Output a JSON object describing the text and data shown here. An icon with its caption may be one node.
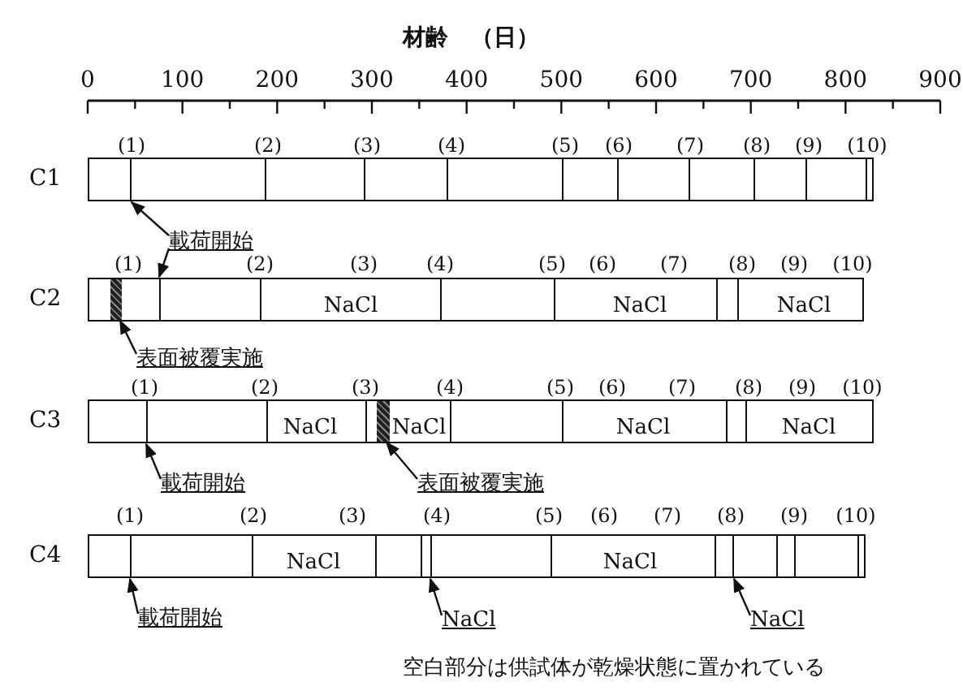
{
  "diagram": {
    "caption": "空白部分は供試体が乾燥状態に置かれている",
    "nodes": [
      {
        "text": [],
        "shape": "bar",
        "beside": [
          "C1"
        ]
      },
      {
        "text": [
          "載荷開始"
        ]
      },
      {
        "text": [
          "NaCl",
          "NaCl",
          "NaCl"
        ],
        "beside": [
          "C2"
        ]
      },
      {
        "text": [],
        "shape": "bar",
        "in": 2
      },
      {
        "text": [
          "表面被覆実施"
        ]
      },
      {
        "text": [
          "NaCl",
          "NaCl",
          "NaCl",
          "NaCl"
        ],
        "beside": [
          "C3"
        ]
      },
      {
        "text": [],
        "shape": "bar",
        "in": 5
      },
      {
        "text": [
          "載荷開始"
        ]
      },
      {
        "text": [
          "表面被覆実施"
        ]
      },
      {
        "text": [
          "NaCl",
          "NaCl"
        ],
        "beside": [
          "C4"
        ]
      },
      {
        "text": [
          "載荷開始"
        ]
      },
      {
        "text": [
          "NaCl"
        ]
      },
      {
        "text": [
          "NaCl"
        ]
      }
    ],
    "edges": [
      {
        "from": 1,
        "to": 0,
        "arrow": "to"
      },
      {
        "from": 1,
        "to": 2,
        "arrow": "to"
      },
      {
        "from": 4,
        "to": 3,
        "arrow": "to"
      },
      {
        "from": 7,
        "to": 5,
        "arrow": "to"
      },
      {
        "from": 8,
        "to": 6,
        "arrow": "to"
      },
      {
        "from": 10,
        "to": 9,
        "arrow": "to"
      },
      {
        "from": 11,
        "to": 9,
        "arrow": "to"
      },
      {
        "from": 12,
        "to": 9,
        "arrow": "to"
      }
    ],
    "labels": [
      "材齢　（日）",
      "0",
      "100",
      "200",
      "300",
      "400",
      "500",
      "600",
      "700",
      "800",
      "900",
      "(1)",
      "(2)",
      "(3)",
      "(4)",
      "(5)",
      "(6)",
      "(7)",
      "(8)",
      "(9)",
      "(10)",
      "(1)",
      "(2)",
      "(3)",
      "(4)",
      "(5)",
      "(6)",
      "(7)",
      "(8)",
      "(9)",
      "(10)",
      "(1)",
      "(2)",
      "(3)",
      "(4)",
      "(5)",
      "(6)",
      "(7)",
      "(8)",
      "(9)",
      "(10)",
      "(1)",
      "(2)",
      "(3)",
      "(4)",
      "(5)",
      "(6)",
      "(7)",
      "(8)",
      "(9)",
      "(10)"
    ]
  }
}
